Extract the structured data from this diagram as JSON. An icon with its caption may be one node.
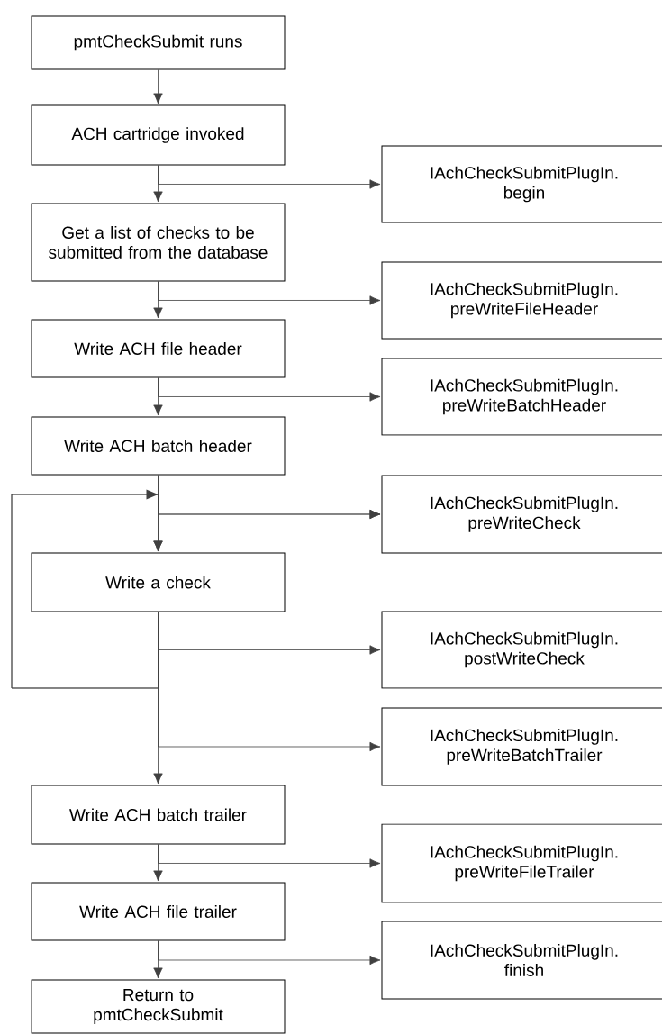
{
  "diagram": {
    "nodes": [
      {
        "text": [
          "pmtCheckSubmit runs"
        ]
      },
      {
        "text": [
          "ACH cartridge invoked"
        ]
      },
      {
        "text": [
          "IAchCheckSubmitPlugIn. begin"
        ]
      },
      {
        "text": [
          "Get a list of checks to be submitted from the database"
        ]
      },
      {
        "text": [
          "IAchCheckSubmitPlugIn. preWriteFileHeader"
        ]
      },
      {
        "text": [
          "Write ACH file header"
        ]
      },
      {
        "text": [
          "IAchCheckSubmitPlugIn. preWriteBatchHeader"
        ]
      },
      {
        "text": [
          "Write ACH batch header"
        ]
      },
      {
        "text": [
          "IAchCheckSubmitPlugIn. preWriteCheck"
        ]
      },
      {
        "text": [
          "Write a check"
        ]
      },
      {
        "text": [
          "IAchCheckSubmitPlugIn. postWriteCheck"
        ]
      },
      {
        "text": [
          "IAchCheckSubmitPlugIn. preWriteBatchTrailer"
        ]
      },
      {
        "text": [
          "Write ACH batch trailer"
        ]
      },
      {
        "text": [
          "IAchCheckSubmitPlugIn. preWriteFileTrailer"
        ]
      },
      {
        "text": [
          "Write ACH file trailer"
        ]
      },
      {
        "text": [
          "IAchCheckSubmitPlugIn. finish"
        ]
      },
      {
        "text": [
          "Return to pmtCheckSubmit"
        ]
      }
    ],
    "edges": [
      {
        "from": 0,
        "to": 1,
        "arrow": "to"
      },
      {
        "from": 1,
        "to": 3,
        "arrow": "to"
      },
      {
        "from": 1,
        "to": 2,
        "arrow": "to"
      },
      {
        "from": 3,
        "to": 5,
        "arrow": "to"
      },
      {
        "from": 3,
        "to": 4,
        "arrow": "to"
      },
      {
        "from": 5,
        "to": 7,
        "arrow": "to"
      },
      {
        "from": 5,
        "to": 6,
        "arrow": "to"
      },
      {
        "from": 7,
        "to": 9,
        "arrow": "to"
      },
      {
        "from": 7,
        "to": 8,
        "arrow": "to"
      },
      {
        "from": 9,
        "to": 9,
        "arrow": "to"
      },
      {
        "from": 9,
        "to": 8,
        "arrow": "to"
      },
      {
        "from": 9,
        "to": 10,
        "arrow": "to"
      },
      {
        "from": 9,
        "to": 11,
        "arrow": "to"
      },
      {
        "from": 9,
        "to": 12,
        "arrow": "to"
      },
      {
        "from": 12,
        "to": 14,
        "arrow": "to"
      },
      {
        "from": 12,
        "to": 13,
        "arrow": "to"
      },
      {
        "from": 14,
        "to": 16,
        "arrow": "to"
      },
      {
        "from": 14,
        "to": 15,
        "arrow": "to"
      }
    ]
  }
}
